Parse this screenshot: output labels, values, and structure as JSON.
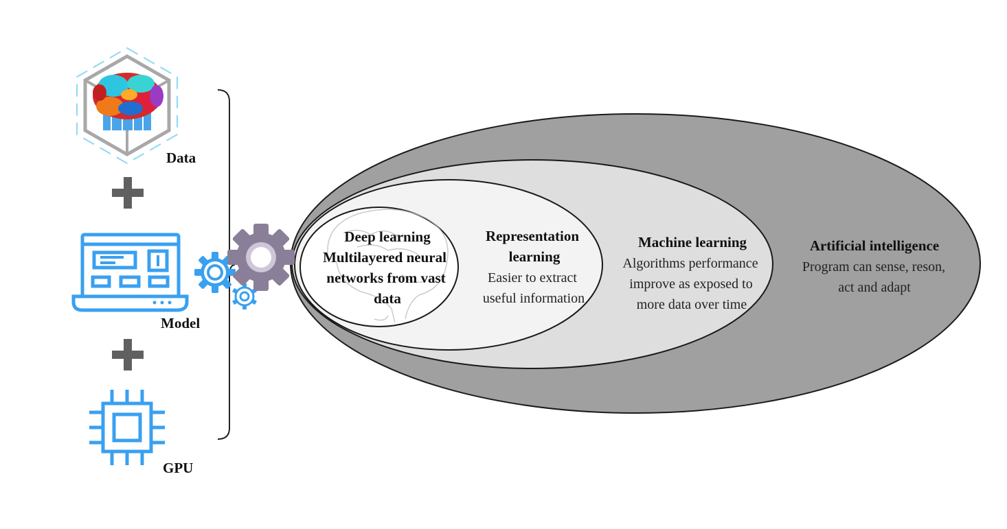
{
  "inputs": {
    "data_label": "Data",
    "model_label": "Model",
    "gpu_label": "GPU",
    "data_icon": "brain-cube-icon",
    "model_icon": "laptop-dashboard-icon",
    "gpu_icon": "cpu-chip-icon",
    "plus_icon": "plus-icon",
    "gear_icon": "gear-icon"
  },
  "ellipses": {
    "ai": {
      "title": "Artificial intelligence",
      "line1": "Program can sense, reson,",
      "line2": "act and adapt",
      "fill": "#a0a0a0"
    },
    "ml": {
      "title": "Machine learning",
      "line1": "Algorithms performance",
      "line2": "improve as exposed to",
      "line3": "more data over time",
      "fill": "#dedede"
    },
    "rl": {
      "title1": "Representation",
      "title2": "learning",
      "line1": "Easier to extract",
      "line2": "useful information",
      "fill": "#f3f3f3"
    },
    "dl": {
      "title": "Deep learning",
      "line1": "Multilayered neural",
      "line2": "networks from vast",
      "line3": "data",
      "fill": "#ffffff"
    }
  },
  "colors": {
    "icon_blue": "#3aa0f0",
    "plus_gray": "#606060",
    "gear_purple": "#8a7f98",
    "outline": "#1a1a1a"
  }
}
